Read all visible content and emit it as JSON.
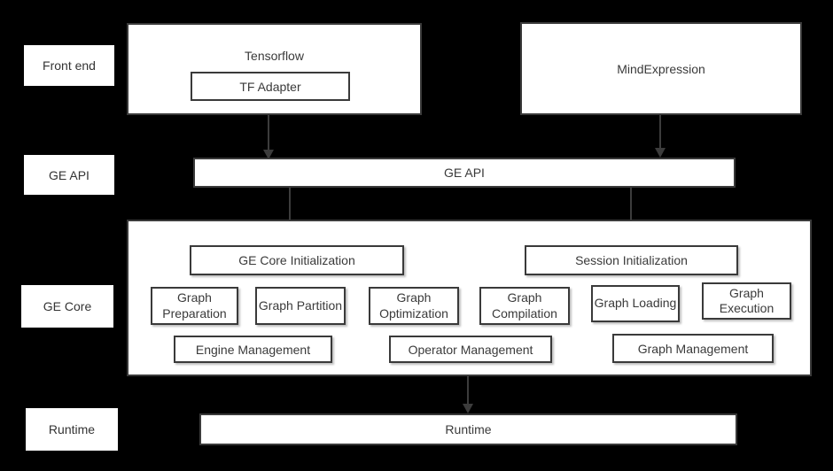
{
  "colors": {
    "background": "#000000",
    "box_fill": "#ffffff",
    "box_border": "#3a3a3a",
    "text": "#3a3a3a",
    "arrow": "#3c3c3c"
  },
  "rail_labels": {
    "front_end": "Front end",
    "ge_api": "GE API",
    "ge_core": "GE Core",
    "runtime": "Runtime"
  },
  "front_end_layer": {
    "tensorflow": "Tensorflow",
    "tf_adapter": "TF Adapter",
    "mind_expression": "MindExpression"
  },
  "ge_api_layer": {
    "title": "GE API"
  },
  "ge_core_layer": {
    "init": [
      "GE Core Initialization",
      "Session Initialization"
    ],
    "stages": [
      "Graph Preparation",
      "Graph Partition",
      "Graph Optimization",
      "Graph Compilation",
      "Graph Loading",
      "Graph Execution"
    ],
    "management": [
      "Engine Management",
      "Operator Management",
      "Graph Management"
    ]
  },
  "runtime_layer": {
    "title": "Runtime"
  }
}
